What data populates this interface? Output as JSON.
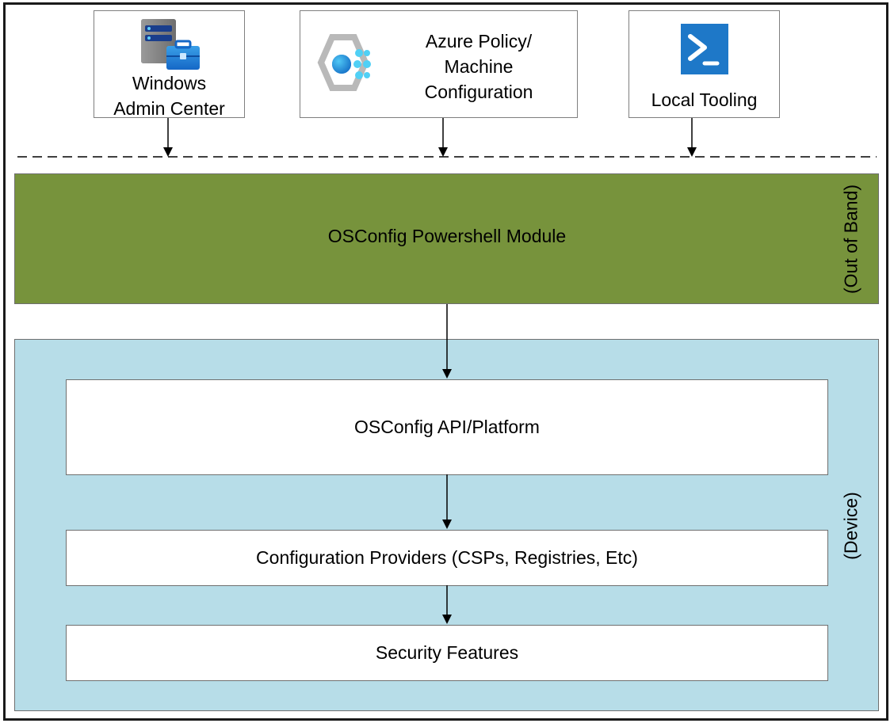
{
  "sources": {
    "wac": {
      "label": "Windows\nAdmin Center",
      "icon": "server-toolbox-icon"
    },
    "azure": {
      "label": "Azure Policy/\nMachine\nConfiguration",
      "icon": "azure-machine-config-icon"
    },
    "local": {
      "label": "Local Tooling",
      "icon": "powershell-icon"
    }
  },
  "out_of_band": {
    "module_label": "OSConfig Powershell Module",
    "side_label": "(Out of Band)",
    "color": "#77933c"
  },
  "device": {
    "side_label": "(Device)",
    "color": "#b7dde8",
    "layers": [
      "OSConfig API/Platform",
      "Configuration Providers (CSPs, Registries, Etc)",
      "Security Features"
    ]
  }
}
